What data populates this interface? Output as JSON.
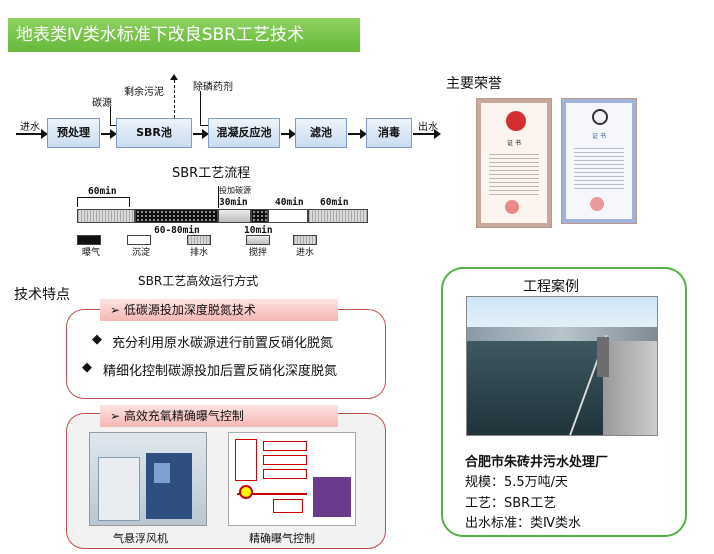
{
  "title": "地表类Ⅳ类水标准下改良SBR工艺技术",
  "process": {
    "inlet": "进水",
    "outlet": "出水",
    "steps": [
      "预处理",
      "SBR池",
      "混凝反应池",
      "滤池",
      "消毒"
    ],
    "carbon_source": "碳源",
    "sludge": "剩余污泥",
    "phosphorus_agent": "除磷药剂",
    "flow_title": "SBR工艺流程"
  },
  "timeline": {
    "labels": {
      "t60_top": "60min",
      "add_carbon": "投加碳源",
      "t30": "30min",
      "t40": "40min",
      "t60_right": "60min",
      "t6080": "60-80min",
      "t10": "10min"
    },
    "legend": [
      "曝气",
      "沉淀",
      "排水",
      "搅拌",
      "进水"
    ],
    "caption": "SBR工艺高效运行方式"
  },
  "honors": {
    "title": "主要荣誉",
    "cert1_title": "证 书",
    "cert2_title": "证 书"
  },
  "features": {
    "title": "技术特点",
    "box1": {
      "heading": "➢ 低碳源投加深度脱氮技术",
      "items": [
        "充分利用原水碳源进行前置反硝化脱氮",
        "精细化控制碳源投加后置反硝化深度脱氮"
      ]
    },
    "box2": {
      "heading": "➢ 高效充氧精确曝气控制",
      "photo1_caption": "气悬浮风机",
      "photo2_caption": "精确曝气控制"
    }
  },
  "case": {
    "title": "工程案例",
    "name": "合肥市朱砖井污水处理厂",
    "scale": "规模：5.5万吨/天",
    "process": "工艺：SBR工艺",
    "standard": "出水标准：类Ⅳ类水"
  },
  "colors": {
    "title_bar": "#66b93c",
    "frame_red": "#c0504d",
    "case_green": "#54b145"
  }
}
